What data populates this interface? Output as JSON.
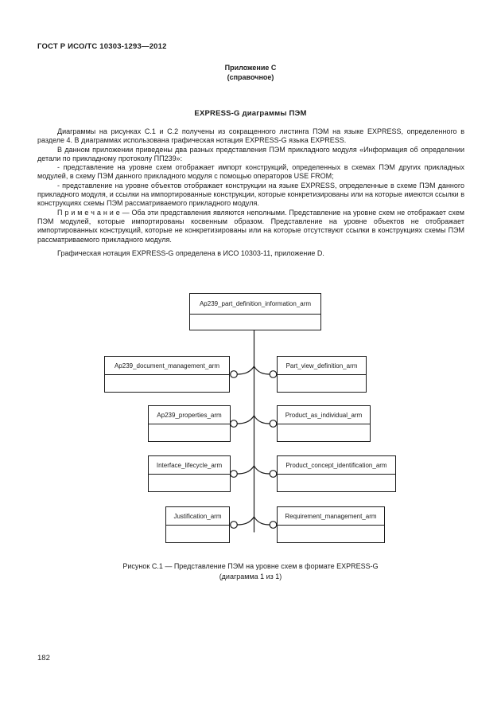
{
  "document": {
    "header": "ГОСТ Р ИСО/ТС 10303-1293—2012",
    "page_number": "182"
  },
  "appendix": {
    "name": "Приложение С",
    "kind": "(справочное)"
  },
  "section": {
    "title": "EXPRESS-G диаграммы ПЭМ"
  },
  "body": {
    "p1": "Диаграммы на рисунках С.1 и С.2 получены из сокращенного листинга ПЭМ на языке EXPRESS, определенного в разделе 4. В диаграммах использована графическая нотация EXPRESS-G языка EXPRESS.",
    "p2": "В данном приложении приведены два разных представления ПЭМ прикладного модуля «Информация об определении детали по прикладному протоколу ПП239»:",
    "p3": "- представление на уровне схем отображает импорт конструкций, определенных в схемах ПЭМ других прикладных модулей, в схему ПЭМ данного прикладного модуля с помощью операторов USE FROM;",
    "p4": "- представление на уровне объектов отображает конструкции на языке EXPRESS, определенные в схеме ПЭМ данного прикладного модуля, и ссылки на импортированные конструкции, которые конкретизированы или на которые имеются ссылки в конструкциях схемы ПЭМ рассматриваемого прикладного модуля.",
    "note": "П р и м е ч а н и е — Оба эти представления являются неполными. Представление на уровне схем не отображает схем ПЭМ модулей, которые импортированы косвенным образом. Представление на уровне объектов не отображает импортированных конструкций, которые не конкретизированы или на которые отсутствуют ссылки в конструкциях схемы ПЭМ рассматриваемого прикладного модуля.",
    "p5": "Графическая нотация EXPRESS-G определена в ИСО 10303-11, приложение D."
  },
  "figure": {
    "caption_line1": "Рисунок С.1 — Представление ПЭМ на уровне схем в формате EXPRESS-G",
    "caption_line2": "(диаграмма 1 из 1)",
    "diagram": {
      "type": "EXPRESS-G schema-level diagram",
      "boxes": [
        {
          "id": "root",
          "label": "Ap239_part_definition_information_arm"
        },
        {
          "id": "r1-left",
          "label": "Ap239_document_management_arm"
        },
        {
          "id": "r1-right",
          "label": "Part_view_definition_arm"
        },
        {
          "id": "r2-left",
          "label": "Ap239_properties_arm"
        },
        {
          "id": "r2-right",
          "label": "Product_as_individual_arm"
        },
        {
          "id": "r3-left",
          "label": "Interface_lifecycle_arm"
        },
        {
          "id": "r3-right",
          "label": "Product_concept_identification_arm"
        },
        {
          "id": "r4-left",
          "label": "Justification_arm"
        },
        {
          "id": "r4-right",
          "label": "Requirement_management_arm"
        }
      ],
      "ink_color": "#1b1b1b"
    }
  }
}
